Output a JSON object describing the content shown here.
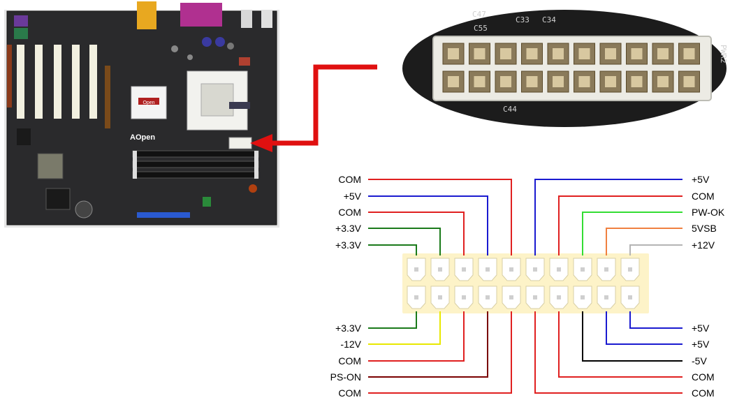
{
  "photo": {
    "board_brand": "AOpen",
    "chip_brand": "Open",
    "silkscreen": [
      "C47",
      "C55",
      "C33",
      "C34",
      "C44",
      "PWR2"
    ]
  },
  "left_pins": {
    "top": [
      "COM",
      "+5V",
      "COM",
      "+3.3V",
      "+3.3V"
    ],
    "bottom": [
      "+3.3V",
      "-12V",
      "COM",
      "PS-ON",
      "COM"
    ]
  },
  "right_pins": {
    "top": [
      "+5V",
      "COM",
      "PW-OK",
      "5VSB",
      "+12V"
    ],
    "bottom": [
      "+5V",
      "+5V",
      "-5V",
      "COM",
      "COM"
    ]
  },
  "colors": {
    "arrow": "#e01010",
    "COM": "#e02020",
    "+5V": "#1a1ad0",
    "+3.3V": "#1a7a1a",
    "-12V": "#e8e800",
    "PS-ON": "#7a0000",
    "PW-OK": "#33dd33",
    "5VSB": "#f08040",
    "+12V": "#b4b4b4",
    "-5V": "#000000",
    "connector_bg": "#fdf3c8"
  }
}
